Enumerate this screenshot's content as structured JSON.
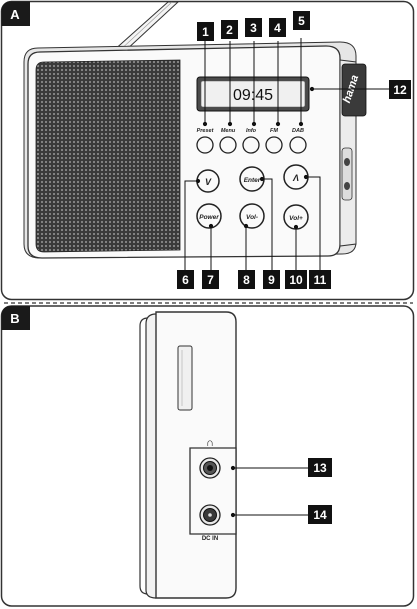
{
  "sections": [
    {
      "tag": "A"
    },
    {
      "tag": "B"
    }
  ],
  "display": {
    "time": "09:45"
  },
  "brand": "hama",
  "top_buttons": [
    {
      "label": "Preset"
    },
    {
      "label": "Menu"
    },
    {
      "label": "Info"
    },
    {
      "label": "FM"
    },
    {
      "label": "DAB"
    }
  ],
  "front_buttons": [
    {
      "label": "V"
    },
    {
      "label": "Enter"
    },
    {
      "label": "Λ"
    },
    {
      "label": "Power"
    },
    {
      "label": "Vol-"
    },
    {
      "label": "Vol+"
    }
  ],
  "callouts": [
    "1",
    "2",
    "3",
    "4",
    "5",
    "6",
    "7",
    "8",
    "9",
    "10",
    "11",
    "12",
    "13",
    "14"
  ],
  "side_view": {
    "headphone_symbol": "∩",
    "dc_label": "DC IN"
  }
}
